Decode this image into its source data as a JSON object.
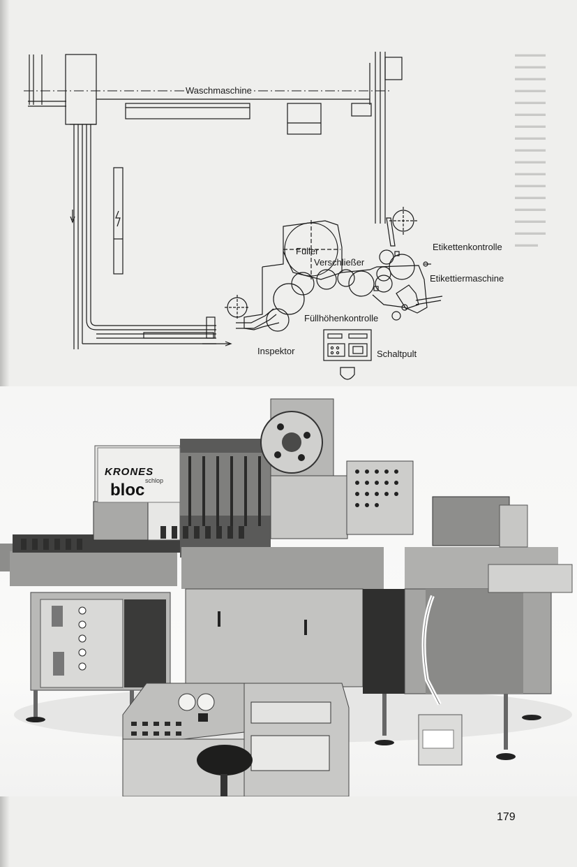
{
  "layout_plan": {
    "labels": {
      "waschmaschine": "Waschmaschine",
      "fueller": "Füller",
      "verschliesser": "Verschließer",
      "etikettenkontrolle": "Etikettenkontrolle",
      "etikettiermaschine": "Etikettiermaschine",
      "fuellhoehenkontrolle": "Füllhöhenkontrolle",
      "inspektor": "Inspektor",
      "schaltpult": "Schaltpult"
    }
  },
  "photo": {
    "brand": "KRONES",
    "brand_sub": "schlop",
    "model": "bloc"
  },
  "page": {
    "number": "179"
  }
}
